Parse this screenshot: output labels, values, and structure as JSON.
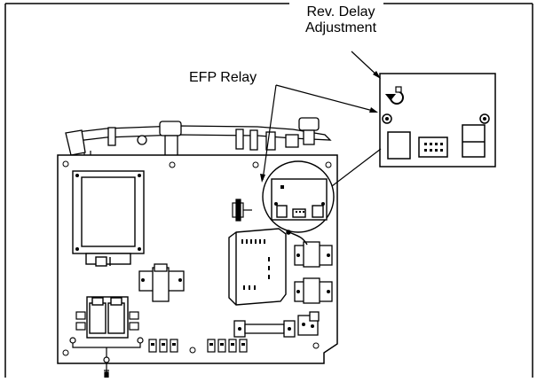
{
  "callouts": {
    "rev_delay_line1": "Rev. Delay",
    "rev_delay_line2": "Adjustment",
    "efp_relay": "EFP Relay"
  },
  "colors": {
    "line": "#000000",
    "background": "#ffffff",
    "component_fill": "#d9d9d9",
    "dark_component": "#555555"
  },
  "icons": [
    "rotation-arrow-icon",
    "mounting-screw-icon",
    "connector-icon"
  ]
}
